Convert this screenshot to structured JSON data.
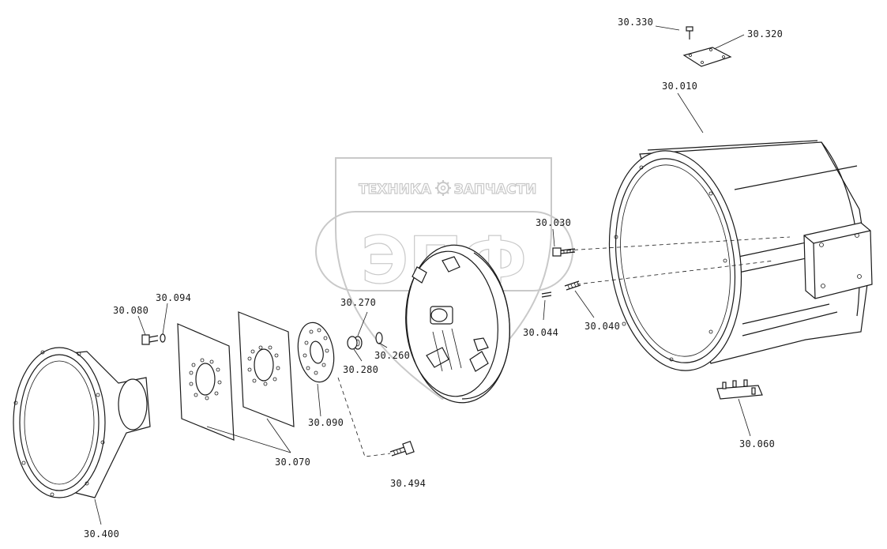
{
  "watermark": {
    "line1_left": "ТЕХНИКА",
    "line1_right": "ЗАПЧАСТИ",
    "logo": "ЭПФ",
    "gear_icon": "gear-icon",
    "color": "#c9c9c9"
  },
  "labels": {
    "p30330": "30.330",
    "p30320": "30.320",
    "p30010": "30.010",
    "p30030": "30.030",
    "p30044": "30.044",
    "p30040": "30.040",
    "p30060": "30.060",
    "p30270": "30.270",
    "p30280": "30.280",
    "p30260": "30.260",
    "p30080": "30.080",
    "p30094": "30.094",
    "p30090": "30.090",
    "p30070": "30.070",
    "p30494": "30.494",
    "p30400": "30.400"
  }
}
